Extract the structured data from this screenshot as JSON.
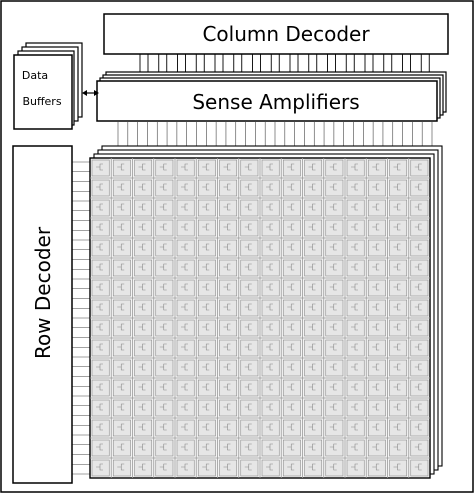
{
  "diagram": {
    "column_decoder_label": "Column Decoder",
    "sense_amplifiers_label": "Sense Amplifiers",
    "data_buffers_line1": "Data",
    "data_buffers_line2": "Buffers",
    "row_decoder_label": "Row Decoder"
  },
  "memory_array": {
    "rows": 16,
    "columns": 16,
    "stacked_layers": 4
  },
  "colors": {
    "outline": "#000000",
    "cell_fill": "#e6e6e6",
    "cell_stroke": "#8a8a8a",
    "grid_line": "#9a9a9a",
    "box_fill": "#ffffff"
  }
}
